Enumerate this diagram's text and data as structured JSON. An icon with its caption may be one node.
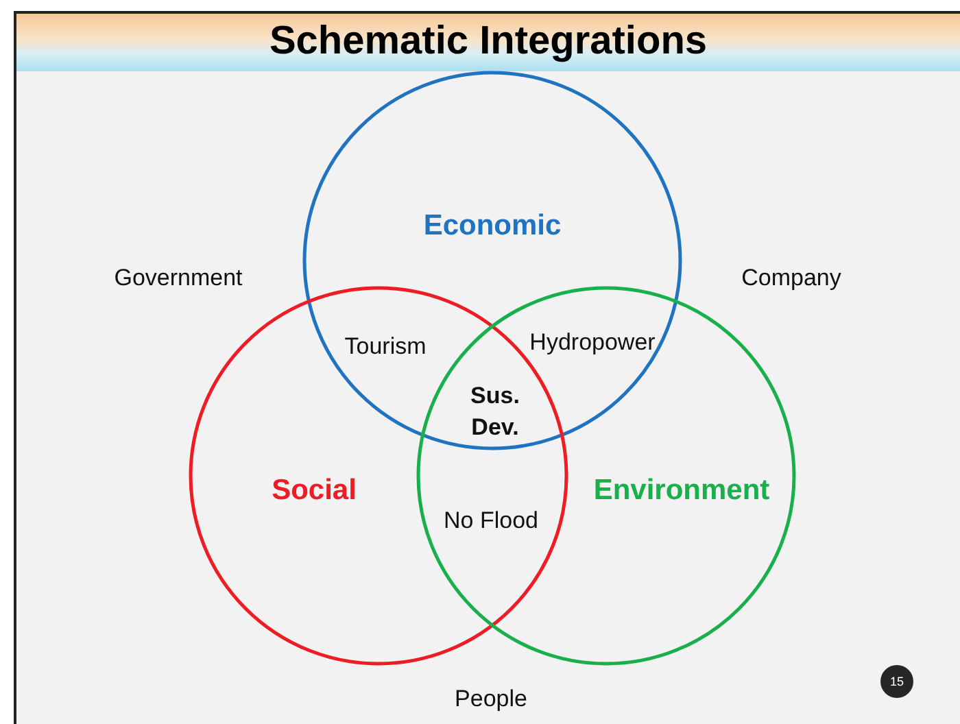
{
  "diagram": {
    "title": "Schematic Integrations",
    "nodes": [
      {
        "text": [
          "Economic"
        ]
      },
      {
        "text": [
          "Social"
        ]
      },
      {
        "text": [
          "Environment"
        ]
      }
    ],
    "edges": [],
    "labels": [
      "Government",
      "Company",
      "Tourism",
      "Hydropower",
      "Sus. Dev.",
      "No Flood",
      "People",
      "15"
    ]
  }
}
